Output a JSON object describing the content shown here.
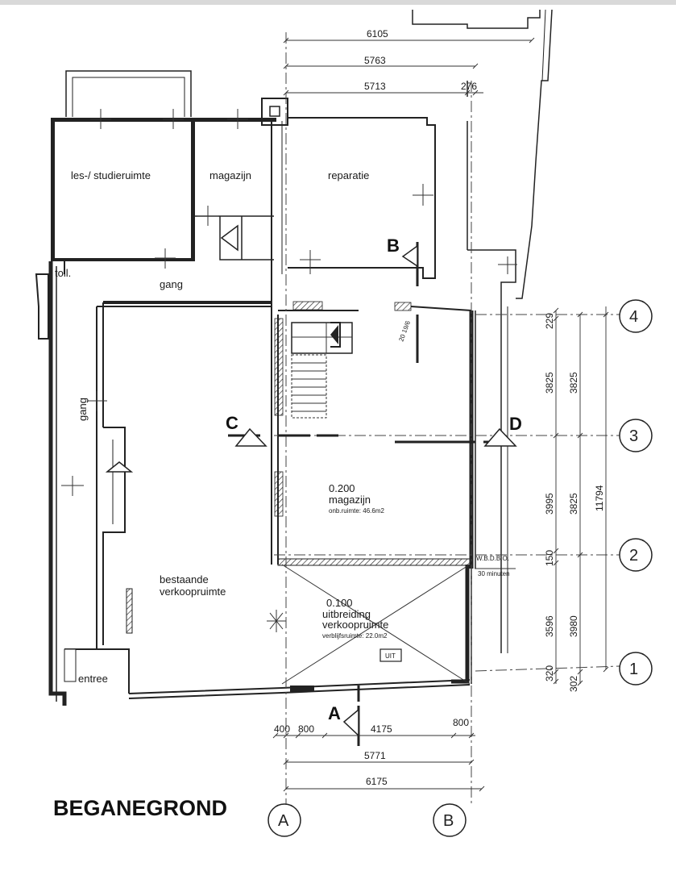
{
  "title": "BEGANEGROND",
  "rooms": {
    "les_studieruimte": "les-/ studieruimte",
    "magazijn_top": "magazijn",
    "reparatie": "reparatie",
    "toil": "toil.",
    "gang_top": "gang",
    "gang_left": "gang",
    "bestaande": "bestaande",
    "verkoopruimte": "verkoopruimte",
    "entree": "entree",
    "magazijn_code": "0.200",
    "magazijn_name": "magazijn",
    "magazijn_area": "onb.ruimte:  46.6m2",
    "uitbreiding_code": "0.100",
    "uitbreiding_name1": "uitbreiding",
    "uitbreiding_name2": "verkoopruimte",
    "uitbreiding_area": "verblijfsruimte:  22.0m2",
    "uit_sign": "UIT",
    "wbdbo1": "W.B.D.B.O.",
    "wbdbo2": "30 minuten",
    "stair_label": "20 19/6"
  },
  "sections": {
    "a": "A",
    "b": "B",
    "c": "C",
    "d": "D"
  },
  "dimensions": {
    "top": [
      "6105",
      "5763",
      "5713",
      "276"
    ],
    "bottom_row1": [
      "400",
      "800",
      "4175",
      "800"
    ],
    "bottom_row2": "5771",
    "bottom_row3": "6175",
    "right_inner": [
      "229",
      "3825",
      "3995",
      "150",
      "3596",
      "320"
    ],
    "right_mid": [
      "3825",
      "3825",
      "3980",
      "302"
    ],
    "right_total": "11794"
  },
  "grid_axes": {
    "horizontal": [
      "4",
      "3",
      "2",
      "1"
    ],
    "vertical": [
      "A",
      "B"
    ]
  }
}
